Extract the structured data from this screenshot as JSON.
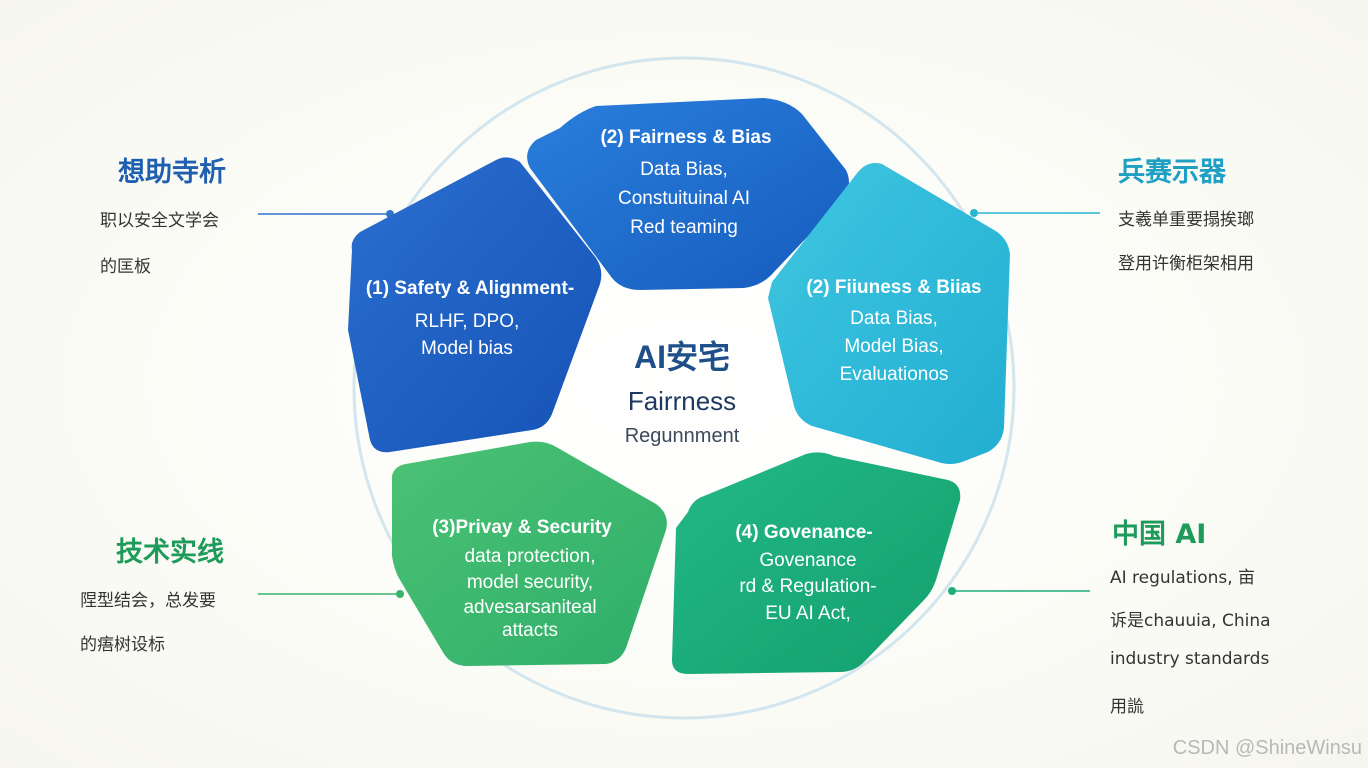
{
  "center": {
    "title": "AI安宅",
    "subtitle": "Fairrness",
    "caption": "Regunnment"
  },
  "segments": [
    {
      "id": "top",
      "title": "(2) Fairness & Bias",
      "lines": [
        "Data Bias,",
        "Constuituinal AI",
        "Red teaming"
      ]
    },
    {
      "id": "left",
      "title": "(1) Safety & Alignment-",
      "lines": [
        "RLHF, DPO,",
        "Model bias"
      ]
    },
    {
      "id": "right",
      "title": "(2) Fiiuness & Biias",
      "lines": [
        "Data Bias,",
        "Model Bias,",
        "Evaluationos"
      ]
    },
    {
      "id": "bottom-left",
      "title": "(3)Privay & Security",
      "lines": [
        "data protection,",
        "model security,",
        "advesarsaniteal",
        "attacts"
      ]
    },
    {
      "id": "bottom-right",
      "title": "(4) Govenance-",
      "lines": [
        "Govenance",
        "rd & Regulation-",
        "EU AI Act,"
      ]
    }
  ],
  "side_notes": {
    "top_left": {
      "title": "想助寺析",
      "lines": [
        "职以安全文学会",
        "的匡板"
      ]
    },
    "top_right": {
      "title": "兵赛示器",
      "lines": [
        "支羲单重要搨挨瑯",
        "登用许衡柜架相用"
      ]
    },
    "bottom_left": {
      "title": "技术实线",
      "lines": [
        "陧型结会，总发要",
        "的痦树设标"
      ]
    },
    "bottom_right": {
      "title": "中国 AI",
      "lines": [
        "AI regulations, 亩",
        "诉是chauuia, China",
        "industry standards",
        "用詤"
      ]
    }
  },
  "watermark": "CSDN @ShineWinsu",
  "colors": {
    "top": "#1a6fcf",
    "left": "#1a5fc4",
    "right": "#2cb8d8",
    "bottom_left": "#3db86a",
    "bottom_right": "#1fb97e",
    "blue_title": "#1f5fb0",
    "green_title": "#1e9a5a",
    "ring": "#cfe3ec"
  }
}
